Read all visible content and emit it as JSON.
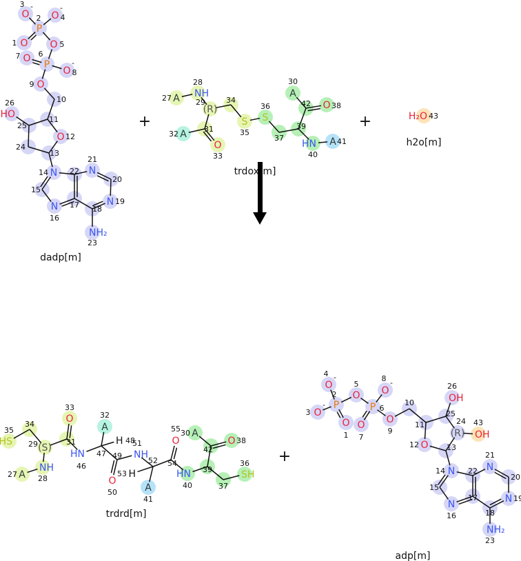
{
  "colors": {
    "highlight": {
      "blue": "#d6d6f7",
      "yg": "#e6f5b4",
      "green": "#b6f0b6",
      "cyan": "#b6f3e0",
      "sky": "#b6e2f8",
      "orange": "#fde3b8"
    },
    "element": {
      "O": "#e8233a",
      "N": "#3a55f0",
      "P": "#e8780a",
      "S": "#b4c21e",
      "A": "#2a3a3a",
      "C": "#555555",
      "H": "#111111"
    }
  },
  "reaction": {
    "plus": "+",
    "arrow": "reaction-arrow"
  },
  "molecules": [
    {
      "id": "dadp",
      "name": "dadp[m]",
      "atoms": [
        {
          "n": "3",
          "t": "O",
          "el": "O",
          "c": "-",
          "hl": "blue"
        },
        {
          "n": "2",
          "t": "P",
          "el": "P",
          "hl": "blue"
        },
        {
          "n": "4",
          "t": "O",
          "el": "O",
          "c": "-",
          "hl": "blue"
        },
        {
          "n": "1",
          "t": "O",
          "el": "O",
          "hl": "blue"
        },
        {
          "n": "5",
          "t": "O",
          "el": "O",
          "hl": "blue"
        },
        {
          "n": "7",
          "t": "O",
          "el": "O",
          "hl": "blue"
        },
        {
          "n": "6",
          "t": "P",
          "el": "P",
          "hl": "blue"
        },
        {
          "n": "8",
          "t": "O",
          "el": "O",
          "c": "-",
          "hl": "blue"
        },
        {
          "n": "9",
          "t": "O",
          "el": "O",
          "hl": "blue"
        },
        {
          "n": "10",
          "t": "",
          "el": "C",
          "hl": "blue"
        },
        {
          "n": "11",
          "t": "",
          "el": "C",
          "hl": "blue"
        },
        {
          "n": "26",
          "t": "HO",
          "el": "O",
          "hl": "blue"
        },
        {
          "n": "25",
          "t": "",
          "el": "C",
          "hl": "blue"
        },
        {
          "n": "12",
          "t": "O",
          "el": "O",
          "hl": "blue"
        },
        {
          "n": "24",
          "t": "",
          "el": "C",
          "hl": "blue"
        },
        {
          "n": "13",
          "t": "",
          "el": "C",
          "hl": "blue"
        },
        {
          "n": "14",
          "t": "N",
          "el": "N",
          "hl": "blue"
        },
        {
          "n": "21",
          "t": "N",
          "el": "N",
          "hl": "blue"
        },
        {
          "n": "22",
          "t": "",
          "el": "C",
          "hl": "blue"
        },
        {
          "n": "20",
          "t": "",
          "el": "C",
          "hl": "blue"
        },
        {
          "n": "15",
          "t": "",
          "el": "C",
          "hl": "blue"
        },
        {
          "n": "19",
          "t": "N",
          "el": "N",
          "hl": "blue"
        },
        {
          "n": "17",
          "t": "",
          "el": "C",
          "hl": "blue"
        },
        {
          "n": "16",
          "t": "N",
          "el": "N",
          "hl": "blue"
        },
        {
          "n": "18",
          "t": "",
          "el": "C",
          "hl": "blue"
        },
        {
          "n": "23",
          "t": "NH₂",
          "el": "N",
          "hl": "blue"
        }
      ]
    },
    {
      "id": "trdox",
      "name": "trdox[m]",
      "atoms": [
        {
          "n": "27",
          "t": "A",
          "el": "A",
          "hl": "yg"
        },
        {
          "n": "28",
          "t": "NH",
          "el": "N",
          "hl": "yg"
        },
        {
          "n": "29",
          "t": "(R)",
          "el": "C",
          "hl": "yg"
        },
        {
          "n": "34",
          "t": "",
          "el": "C",
          "hl": "yg"
        },
        {
          "n": "35",
          "t": "S",
          "el": "S",
          "hl": "yg"
        },
        {
          "n": "36",
          "t": "S",
          "el": "S",
          "hl": "green"
        },
        {
          "n": "37",
          "t": "",
          "el": "C",
          "hl": "green"
        },
        {
          "n": "39",
          "t": "",
          "el": "C",
          "hl": "green"
        },
        {
          "n": "42",
          "t": "",
          "el": "C",
          "hl": "green"
        },
        {
          "n": "30",
          "t": "A",
          "el": "A",
          "hl": "green"
        },
        {
          "n": "38",
          "t": "O",
          "el": "O",
          "hl": "green"
        },
        {
          "n": "40",
          "t": "HN",
          "el": "N",
          "hl": "green"
        },
        {
          "n": "41",
          "t": "A",
          "el": "A",
          "hl": "sky"
        },
        {
          "n": "32",
          "t": "A",
          "el": "A",
          "hl": "cyan"
        },
        {
          "n": "31",
          "t": "",
          "el": "C",
          "hl": "yg"
        },
        {
          "n": "33",
          "t": "O",
          "el": "O",
          "hl": "yg"
        }
      ]
    },
    {
      "id": "h2o",
      "name": "h2o[m]",
      "atoms": [
        {
          "n": "43",
          "t": "H₂O",
          "el": "O",
          "hl": "orange"
        }
      ]
    },
    {
      "id": "trdrd",
      "name": "trdrd[m]",
      "atoms": [
        {
          "n": "35",
          "t": "HS",
          "el": "S",
          "hl": "yg"
        },
        {
          "n": "34",
          "t": "",
          "el": "C",
          "hl": "yg"
        },
        {
          "n": "29",
          "t": "(S)",
          "el": "C",
          "hl": "yg"
        },
        {
          "n": "31",
          "t": "",
          "el": "C",
          "hl": "yg"
        },
        {
          "n": "33",
          "t": "O",
          "el": "O",
          "hl": "yg"
        },
        {
          "n": "28",
          "t": "NH",
          "el": "N",
          "hl": "yg"
        },
        {
          "n": "27",
          "t": "A",
          "el": "A",
          "hl": "yg"
        },
        {
          "n": "46",
          "t": "HN",
          "el": "N"
        },
        {
          "n": "47",
          "t": "",
          "el": "C"
        },
        {
          "n": "32",
          "t": "A",
          "el": "A",
          "hl": "cyan"
        },
        {
          "n": "48",
          "t": "H",
          "el": "H"
        },
        {
          "n": "49",
          "t": "",
          "el": "C"
        },
        {
          "n": "50",
          "t": "O",
          "el": "O"
        },
        {
          "n": "51",
          "t": "NH",
          "el": "N"
        },
        {
          "n": "52",
          "t": "",
          "el": "C"
        },
        {
          "n": "53",
          "t": "H",
          "el": "H"
        },
        {
          "n": "41",
          "t": "A",
          "el": "A",
          "hl": "sky"
        },
        {
          "n": "54",
          "t": "",
          "el": "C"
        },
        {
          "n": "55",
          "t": "O",
          "el": "O"
        },
        {
          "n": "40",
          "t": "HN",
          "el": "N",
          "hl": "green"
        },
        {
          "n": "39",
          "t": "",
          "el": "C",
          "hl": "green"
        },
        {
          "n": "30",
          "t": "A",
          "el": "A",
          "hl": "green"
        },
        {
          "n": "42",
          "t": "",
          "el": "C",
          "hl": "green"
        },
        {
          "n": "38",
          "t": "O",
          "el": "O",
          "hl": "green"
        },
        {
          "n": "37",
          "t": "",
          "el": "C",
          "hl": "green"
        },
        {
          "n": "36",
          "t": "SH",
          "el": "S",
          "hl": "green"
        }
      ]
    },
    {
      "id": "adp",
      "name": "adp[m]",
      "atoms": [
        {
          "n": "4",
          "t": "O",
          "el": "O",
          "c": "-",
          "hl": "blue"
        },
        {
          "n": "2",
          "t": "P",
          "el": "P",
          "hl": "blue"
        },
        {
          "n": "3",
          "t": "O",
          "el": "O",
          "c": "-",
          "hl": "blue"
        },
        {
          "n": "1",
          "t": "O",
          "el": "O",
          "hl": "blue"
        },
        {
          "n": "5",
          "t": "O",
          "el": "O",
          "hl": "blue"
        },
        {
          "n": "6",
          "t": "P",
          "el": "P",
          "hl": "blue"
        },
        {
          "n": "8",
          "t": "O",
          "el": "O",
          "c": "-",
          "hl": "blue"
        },
        {
          "n": "7",
          "t": "O",
          "el": "O",
          "hl": "blue"
        },
        {
          "n": "9",
          "t": "O",
          "el": "O",
          "hl": "blue"
        },
        {
          "n": "10",
          "t": "",
          "el": "C",
          "hl": "blue"
        },
        {
          "n": "11",
          "t": "",
          "el": "C",
          "hl": "blue"
        },
        {
          "n": "25",
          "t": "",
          "el": "C",
          "hl": "blue"
        },
        {
          "n": "26",
          "t": "OH",
          "el": "O",
          "hl": "blue"
        },
        {
          "n": "24",
          "t": "(R)",
          "el": "C",
          "hl": "blue"
        },
        {
          "n": "43",
          "t": "OH",
          "el": "O",
          "hl": "orange"
        },
        {
          "n": "12",
          "t": "O",
          "el": "O",
          "hl": "blue"
        },
        {
          "n": "13",
          "t": "",
          "el": "C",
          "hl": "blue"
        },
        {
          "n": "14",
          "t": "N",
          "el": "N",
          "hl": "blue"
        },
        {
          "n": "22",
          "t": "",
          "el": "C",
          "hl": "blue"
        },
        {
          "n": "21",
          "t": "N",
          "el": "N",
          "hl": "blue"
        },
        {
          "n": "20",
          "t": "",
          "el": "C",
          "hl": "blue"
        },
        {
          "n": "15",
          "t": "",
          "el": "C",
          "hl": "blue"
        },
        {
          "n": "19",
          "t": "N",
          "el": "N",
          "hl": "blue"
        },
        {
          "n": "17",
          "t": "",
          "el": "C",
          "hl": "blue"
        },
        {
          "n": "16",
          "t": "N",
          "el": "N",
          "hl": "blue"
        },
        {
          "n": "18",
          "t": "",
          "el": "C",
          "hl": "blue"
        },
        {
          "n": "23",
          "t": "NH₂",
          "el": "N",
          "hl": "blue"
        }
      ]
    }
  ]
}
